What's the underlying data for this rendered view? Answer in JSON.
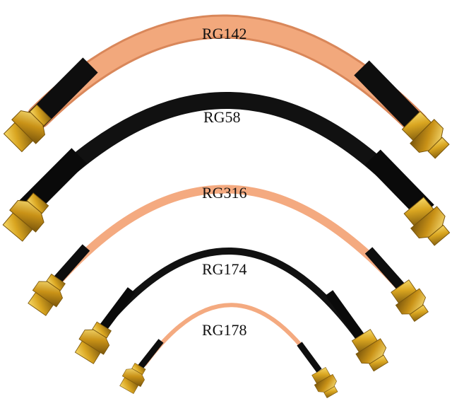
{
  "cables": [
    {
      "label": "RG142",
      "jacket_color": "#f2a87c",
      "jacket_shadow": "#d9875a"
    },
    {
      "label": "RG58",
      "jacket_color": "#111111",
      "jacket_shadow": "#000000"
    },
    {
      "label": "RG316",
      "jacket_color": "#f4aa80",
      "jacket_shadow": "#dd8c60"
    },
    {
      "label": "RG174",
      "jacket_color": "#111111",
      "jacket_shadow": "#000000"
    },
    {
      "label": "RG178",
      "jacket_color": "#f4aa80",
      "jacket_shadow": "#dd8c60"
    }
  ],
  "colors": {
    "background": "#ffffff",
    "boot": "#0e0e0e",
    "connector_gold": "#d9a520",
    "connector_gold_light": "#f6d867",
    "connector_gold_dark": "#8a6410"
  },
  "connector_type_icon": "sma-male-connector"
}
